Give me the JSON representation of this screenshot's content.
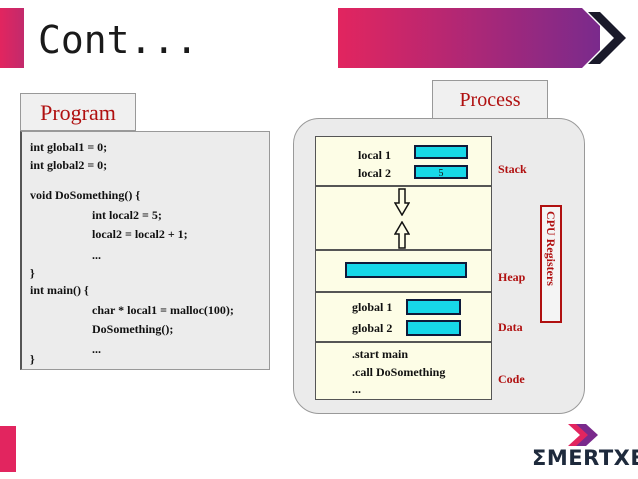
{
  "slide": {
    "title": "Cont...",
    "brand_text": "MERTXE",
    "brand_sigma": "Σ",
    "colors": {
      "accent_start": "#e2255f",
      "accent_end": "#7a2a8c"
    }
  },
  "program": {
    "label": "Program",
    "lines": [
      "int global1 = 0;",
      "int global2 = 0;",
      "void DoSomething()   {",
      "int local2 = 5;",
      "local2 = local2 + 1;",
      "...",
      "}",
      "int main()  {",
      "char *  local1 = malloc(100);",
      "DoSomething();",
      "...",
      "}"
    ]
  },
  "process": {
    "label": "Process",
    "stack": {
      "label": "Stack",
      "var1": "local 1",
      "var2": "local 2",
      "var2_value": "5"
    },
    "heap": {
      "label": "Heap"
    },
    "data": {
      "label": "Data",
      "var1": "global 1",
      "var2": "global 2"
    },
    "code": {
      "label": "Code",
      "lines": [
        ".start main",
        ".call DoSomething",
        "..."
      ]
    },
    "cpu_registers": "CPU Registers"
  }
}
